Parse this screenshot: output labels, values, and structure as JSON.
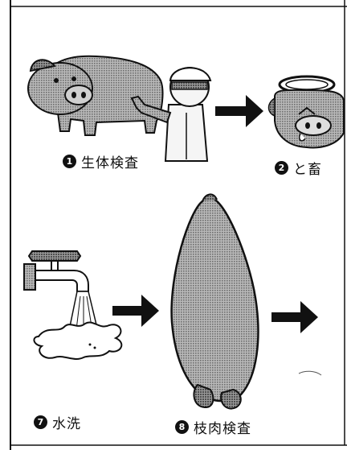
{
  "steps": [
    {
      "id": "step-1",
      "number": "1",
      "label": "生体検査"
    },
    {
      "id": "step-2",
      "number": "2",
      "label": "と畜"
    },
    {
      "id": "step-7",
      "number": "7",
      "label": "水洗"
    },
    {
      "id": "step-8",
      "number": "8",
      "label": "枝肉検査"
    }
  ],
  "colors": {
    "ink": "#111111",
    "fill": "#8a8a8a",
    "paper": "#ffffff"
  },
  "icons": [
    "pig-icon",
    "inspector-icon",
    "slaughtered-pig-icon",
    "water-faucet-icon",
    "carcass-icon",
    "arrow-right-icon"
  ]
}
